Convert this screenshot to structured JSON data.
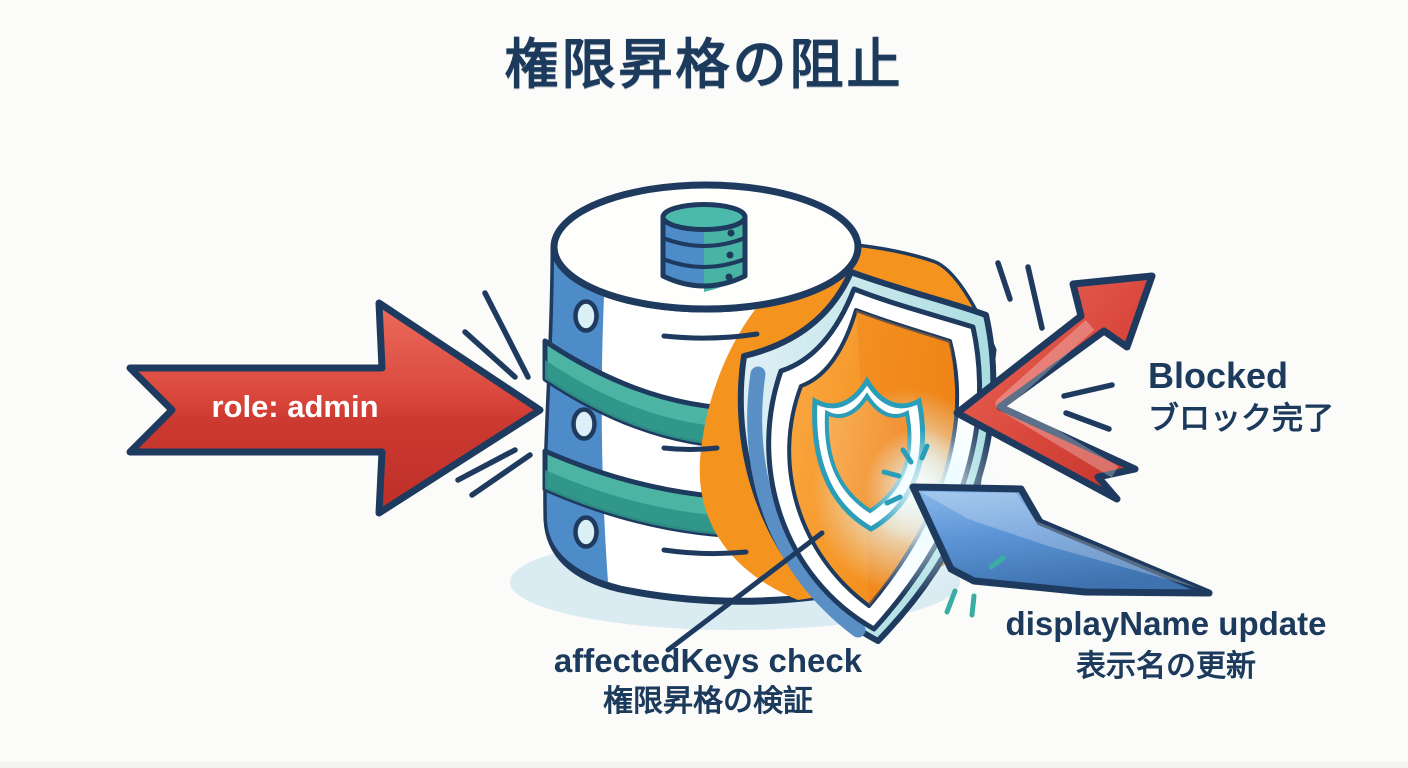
{
  "title": "権限昇格の阻止",
  "attack_arrow": {
    "label": "role: admin"
  },
  "blocked": {
    "en": "Blocked",
    "ja": "ブロック完了"
  },
  "allowed": {
    "en": "displayName update",
    "ja": "表示名の更新"
  },
  "check": {
    "en": "affectedKeys check",
    "ja": "権限昇格の検証"
  },
  "colors": {
    "background": "#fbfbfa",
    "outline_navy": "#1e3a5e",
    "title_navy": "#1c3a5c",
    "arrow_red": "#d8453a",
    "arrow_blue": "#5b94d6",
    "shield_orange": "#f5931f",
    "db_blue": "#4e8cc9",
    "db_teal": "#4db4a4",
    "db_teal_dark": "#2f9488",
    "pale_edge_blue": "#cfe4f1",
    "glow_teal": "#2a9db8",
    "impact_teal": "#3aada3",
    "shadow_blue": "#d5e7f0",
    "label_white": "#ffffff"
  }
}
